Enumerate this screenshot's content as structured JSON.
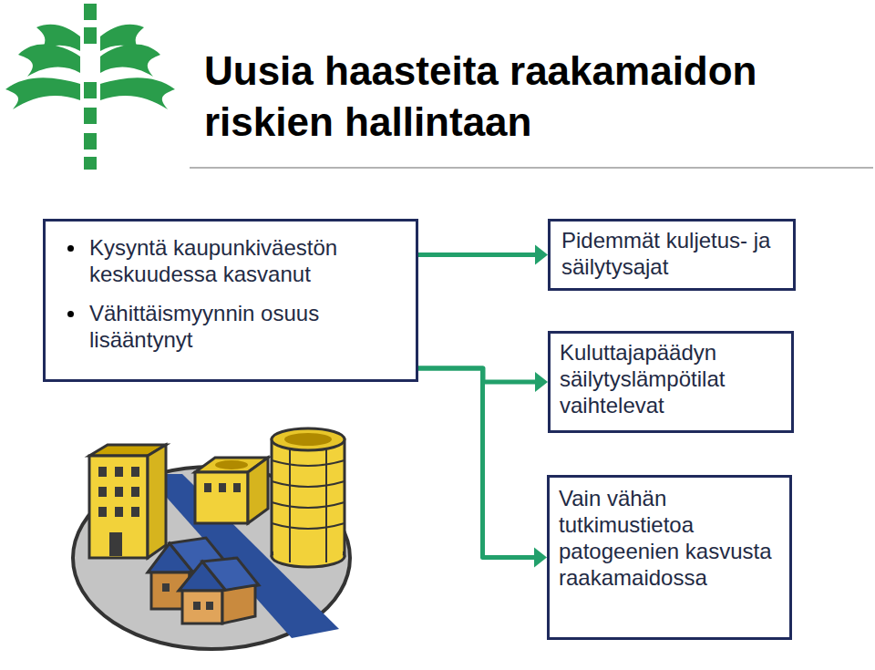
{
  "diagram": {
    "title": "Uusia haasteita raakamaidon riskien hallintaan",
    "nodes": [
      {
        "text": [
          "Kysyntä kaupunkiväestön keskuudessa kasvanut",
          "Vähittäismyynnin osuus lisääntynyt"
        ]
      },
      {
        "text": [
          "Pidemmät kuljetus- ja säilytysajat"
        ]
      },
      {
        "text": [
          "Kuluttajapäädyn säilytyslämpötilat vaihtelevat"
        ]
      },
      {
        "text": [
          "Vain vähän tutkimustietoa patogeenien kasvusta raakamaidossa"
        ]
      }
    ],
    "edges": [
      {
        "from": 0,
        "to": 1,
        "arrow": "to"
      },
      {
        "from": 0,
        "to": 2,
        "arrow": "to"
      },
      {
        "from": 0,
        "to": 3,
        "arrow": "to"
      }
    ]
  }
}
